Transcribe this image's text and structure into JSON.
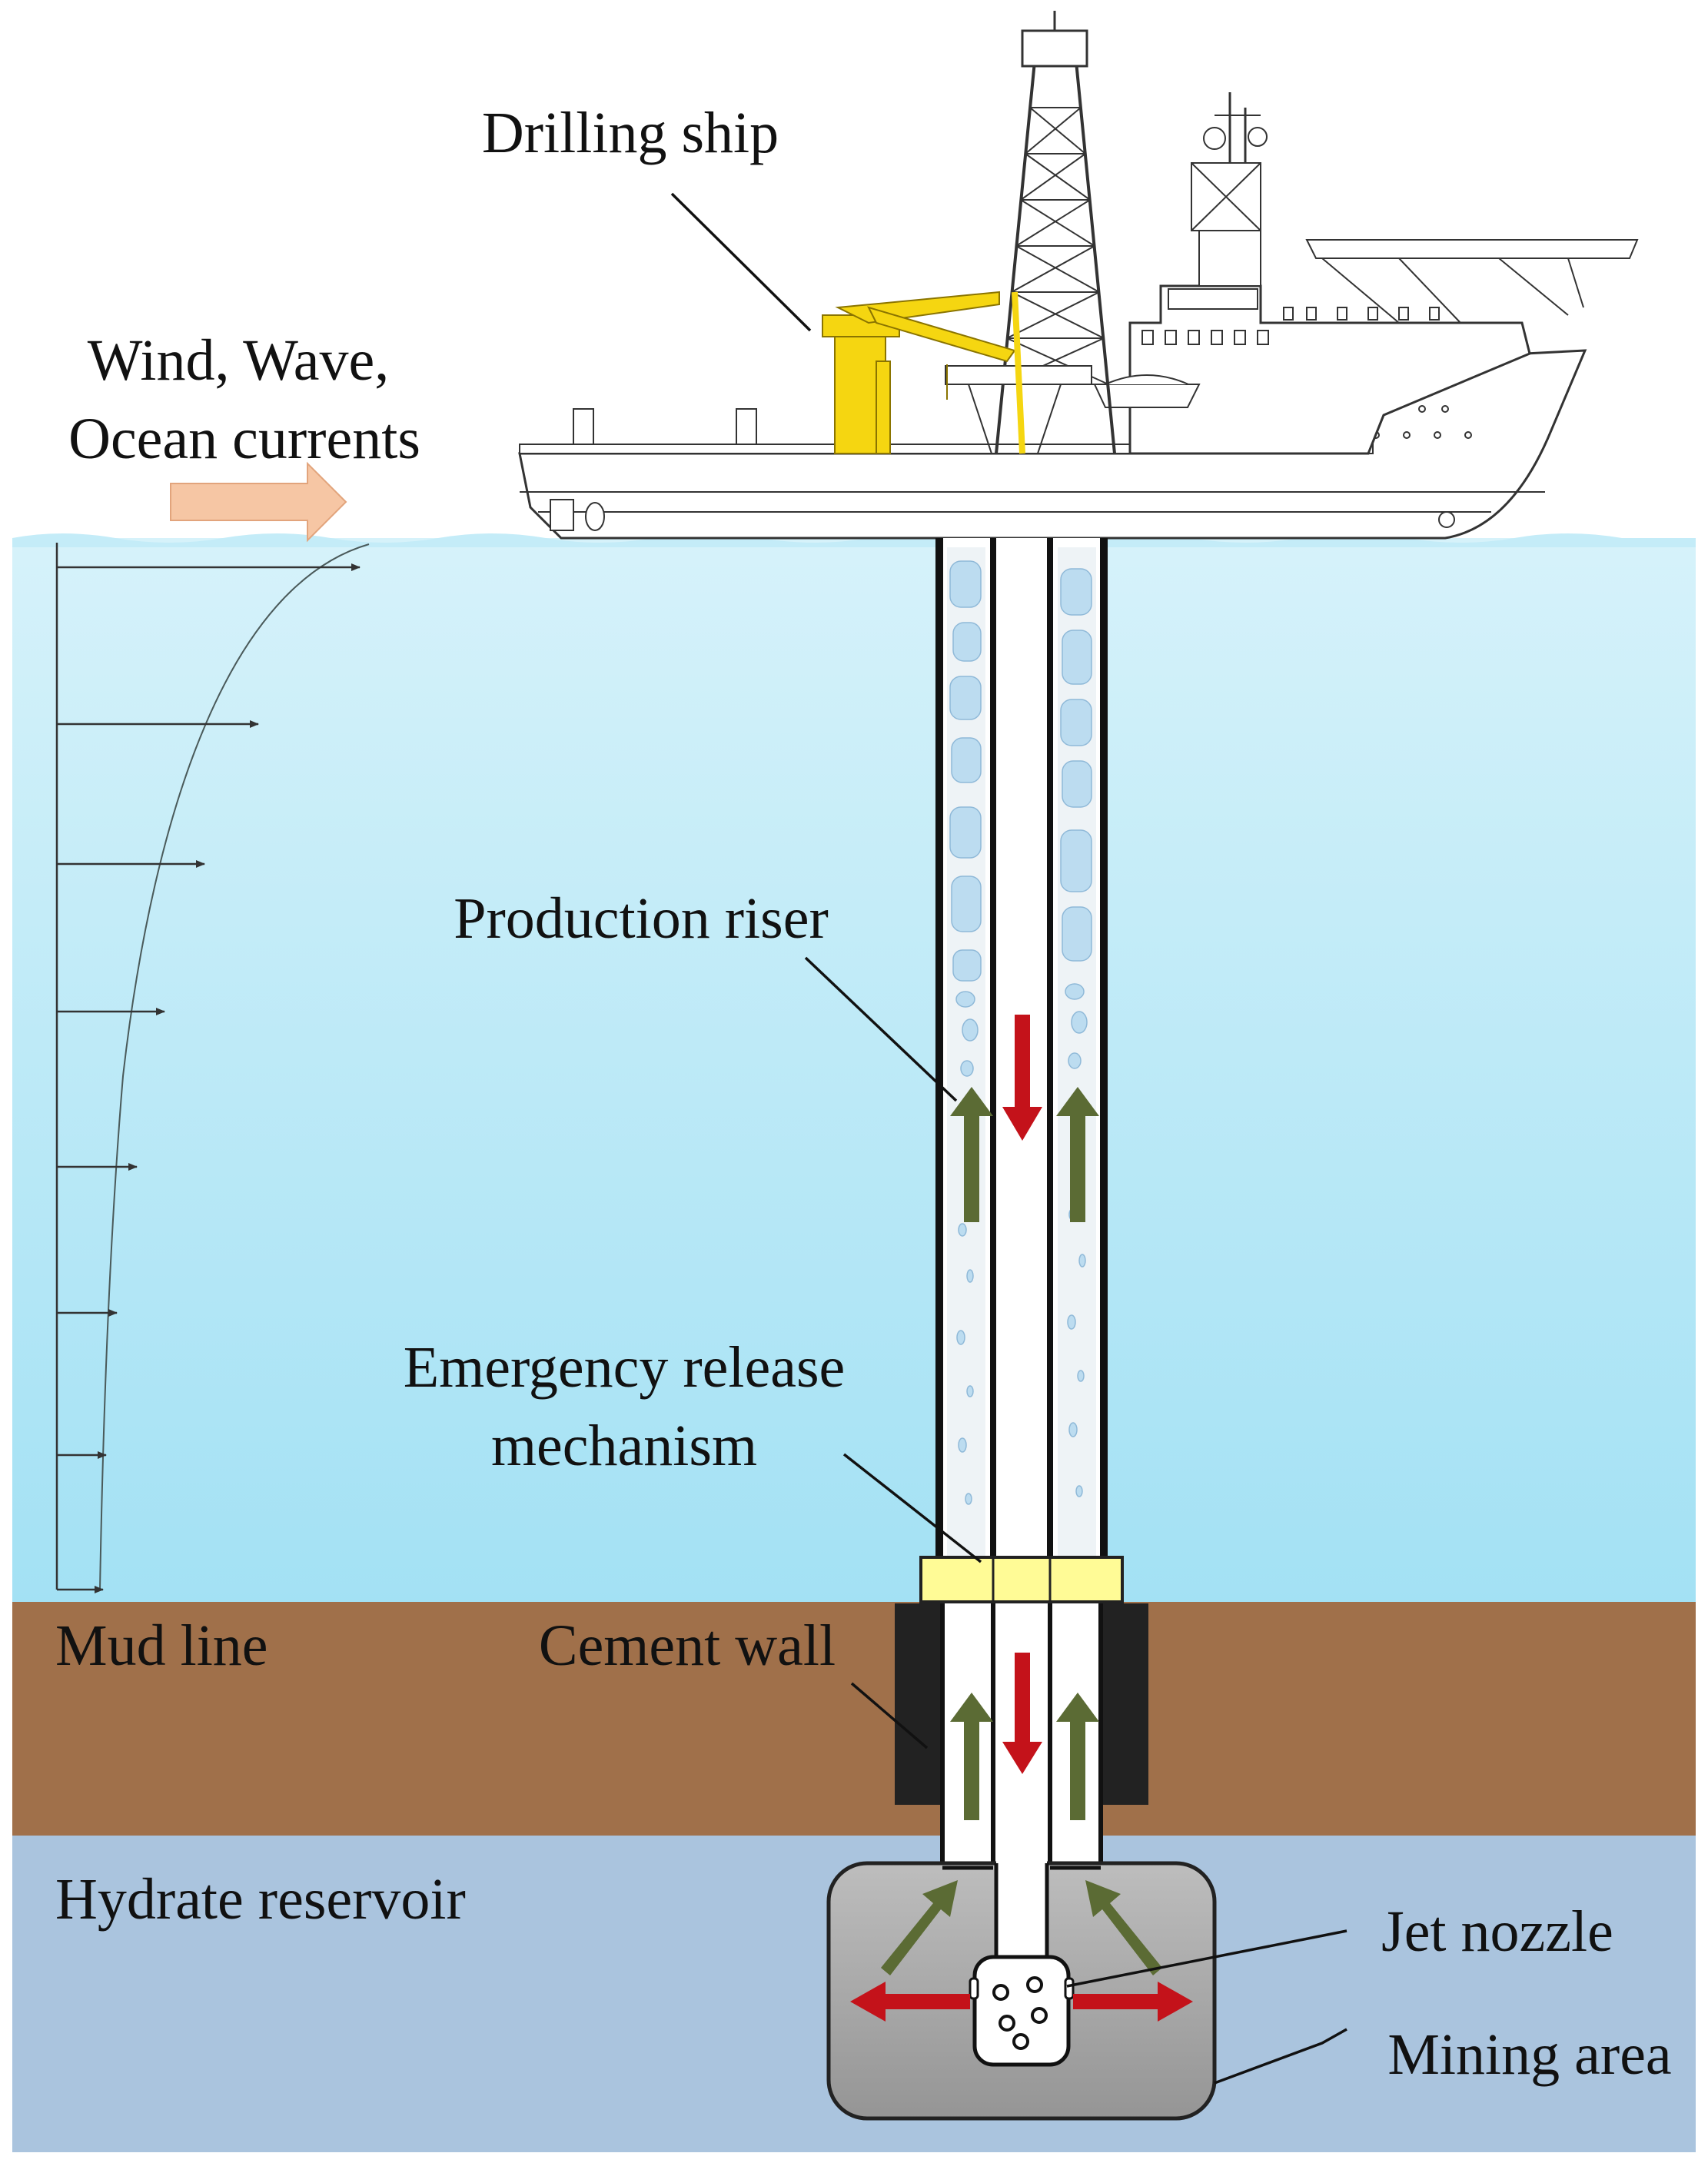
{
  "labels": {
    "drilling_ship": "Drilling ship",
    "wind_line1": "Wind, Wave,",
    "wind_line2": "Ocean currents",
    "production_riser": "Production riser",
    "emergency_line1": "Emergency release",
    "emergency_line2": "mechanism",
    "mud_line": "Mud line",
    "cement_wall": "Cement wall",
    "hydrate_reservoir": "Hydrate reservoir",
    "jet_nozzle": "Jet nozzle",
    "mining_area": "Mining area"
  },
  "colors": {
    "sea_top": "#d4f1fa",
    "sea_bottom": "#a6e2f4",
    "mud": "#a0704a",
    "reservoir": "#aac4de",
    "cement": "#222222",
    "release_ring": "#fffb96",
    "mining_cavity": "#a8a8a8",
    "flow_up": "#5b6b34",
    "flow_down": "#c4121a",
    "current_arrow": "#f6c6a4",
    "crane": "#f5d611"
  }
}
